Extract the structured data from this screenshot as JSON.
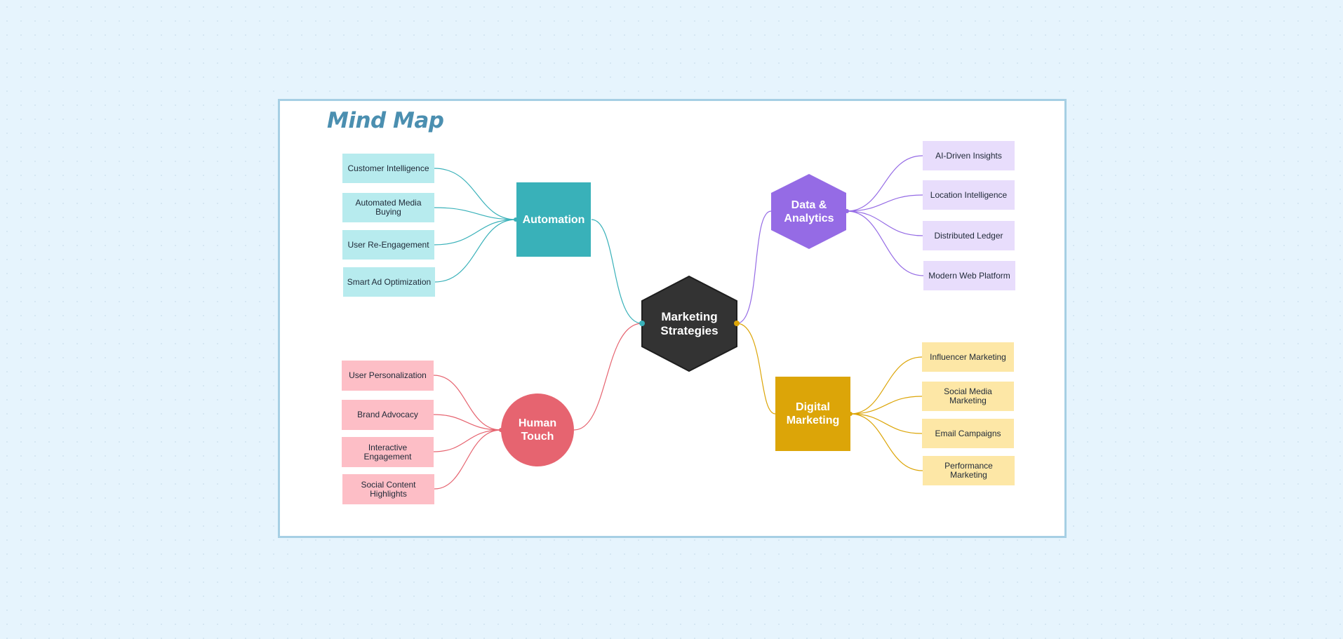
{
  "title": "Mind Map",
  "colors": {
    "center": "#333333",
    "automation": "#39b1b9",
    "human_touch": "#e66470",
    "data_analytics": "#956be5",
    "digital_marketing": "#dca508"
  },
  "center": {
    "label": "Marketing\nStrategies"
  },
  "branches": {
    "automation": {
      "label": "Automation",
      "children": [
        "Customer Intelligence",
        "Automated Media\nBuying",
        "User Re-Engagement",
        "Smart Ad Optimization"
      ]
    },
    "human_touch": {
      "label": "Human\nTouch",
      "children": [
        "User Personalization",
        "Brand Advocacy",
        "Interactive\nEngagement",
        "Social Content\nHighlights"
      ]
    },
    "data_analytics": {
      "label": "Data &\nAnalytics",
      "children": [
        "AI-Driven Insights",
        "Location Intelligence",
        "Distributed Ledger",
        "Modern Web Platform"
      ]
    },
    "digital_marketing": {
      "label": "Digital\nMarketing",
      "children": [
        "Influencer Marketing",
        "Social Media\nMarketing",
        "Email Campaigns",
        "Performance\nMarketing"
      ]
    }
  }
}
